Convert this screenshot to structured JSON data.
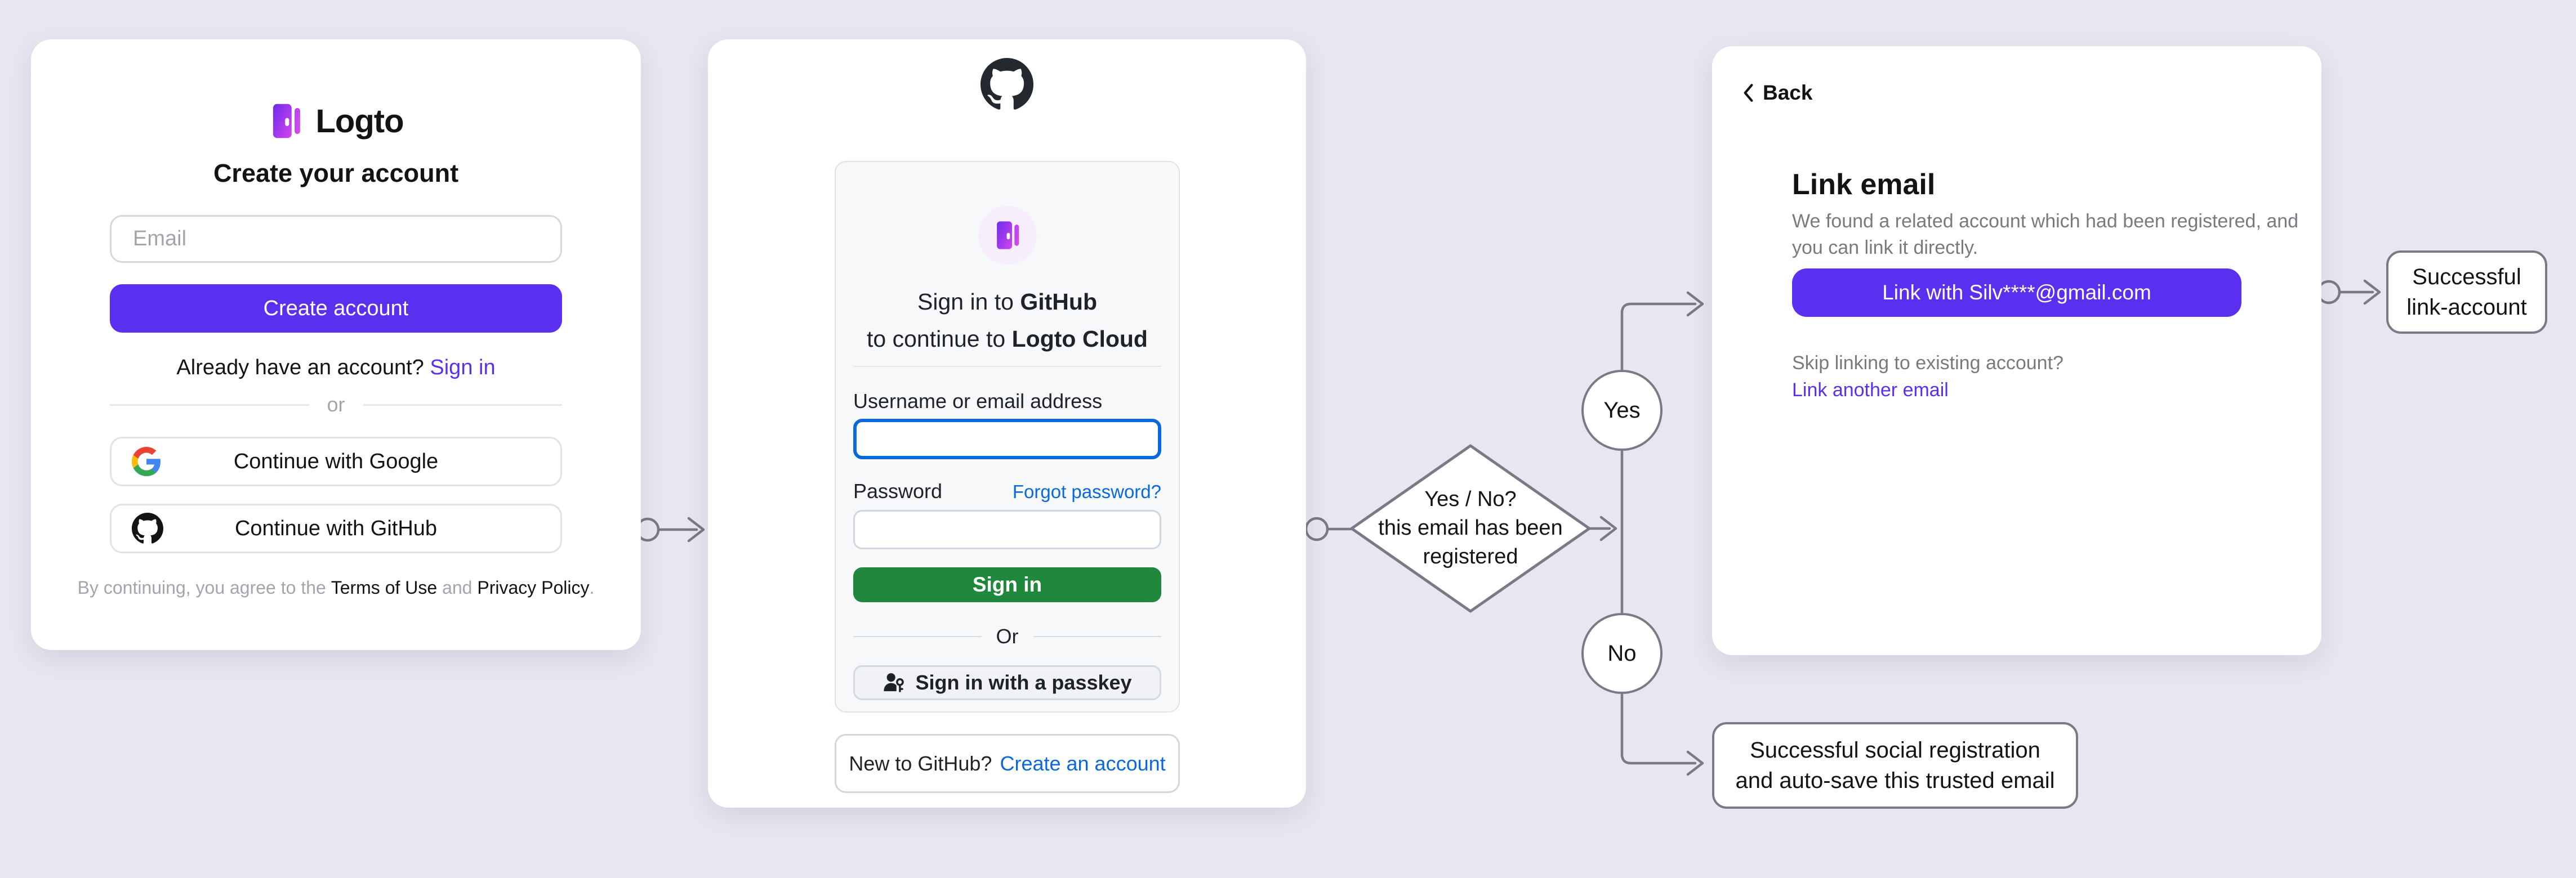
{
  "canvas": {
    "background": "#E8E6F0"
  },
  "palette": {
    "accent_purple": "#5B2FEF",
    "github_green": "#1F883D",
    "link_blue": "#0969DA",
    "flow_stroke": "#7A7985",
    "page_background": "#E8E6F0"
  },
  "icons": {
    "logto_door_icon": "gradient-door-shape",
    "github_logo_icon": "octocat-glyph",
    "google_icon": "google-g-multicolor",
    "passkey_icon": "person-with-key-glyph",
    "back_chevron_icon": "‹",
    "arrowhead": "›",
    "connector_dot": "○"
  },
  "signup_card": {
    "brand": "Logto",
    "title": "Create your account",
    "email_placeholder": "Email",
    "create_button": "Create account",
    "signin_prompt": "Already have an account?",
    "signin_link": "Sign in",
    "divider_label": "or",
    "google_button": "Continue with Google",
    "github_button": "Continue with GitHub",
    "terms_prefix": "By continuing, you agree to the",
    "terms_link": "Terms of Use",
    "terms_conj": "and",
    "privacy_link": "Privacy Policy",
    "terms_period": "."
  },
  "github_card": {
    "heading_line1_prefix": "Sign in to",
    "heading_line1_bold": "GitHub",
    "heading_line2_prefix": "to continue to",
    "heading_line2_bold": "Logto Cloud",
    "username_label": "Username or email address",
    "username_value": "",
    "password_label": "Password",
    "password_value": "",
    "forgot_password_link": "Forgot password?",
    "signin_button": "Sign in",
    "divider_label": "Or",
    "passkey_button": "Sign in with a passkey",
    "footer_prompt": "New to GitHub?",
    "footer_link": "Create an account"
  },
  "link_email_card": {
    "back_label": "Back",
    "title": "Link email",
    "description_line1": "We found a related account which had been registered, and",
    "description_line2": "you can link it directly.",
    "link_button": "Link with Silv****@gmail.com",
    "skip_prompt": "Skip linking to existing account?",
    "link_another_link": "Link another email"
  },
  "flow": {
    "decision_line1": "Yes / No?",
    "decision_line2": "this email has been",
    "decision_line3": "registered",
    "yes_label": "Yes",
    "no_label": "No",
    "link_success_line1": "Successful",
    "link_success_line2": "link-account",
    "social_success_line1": "Successful social registration",
    "social_success_line2": "and auto-save this trusted email"
  }
}
